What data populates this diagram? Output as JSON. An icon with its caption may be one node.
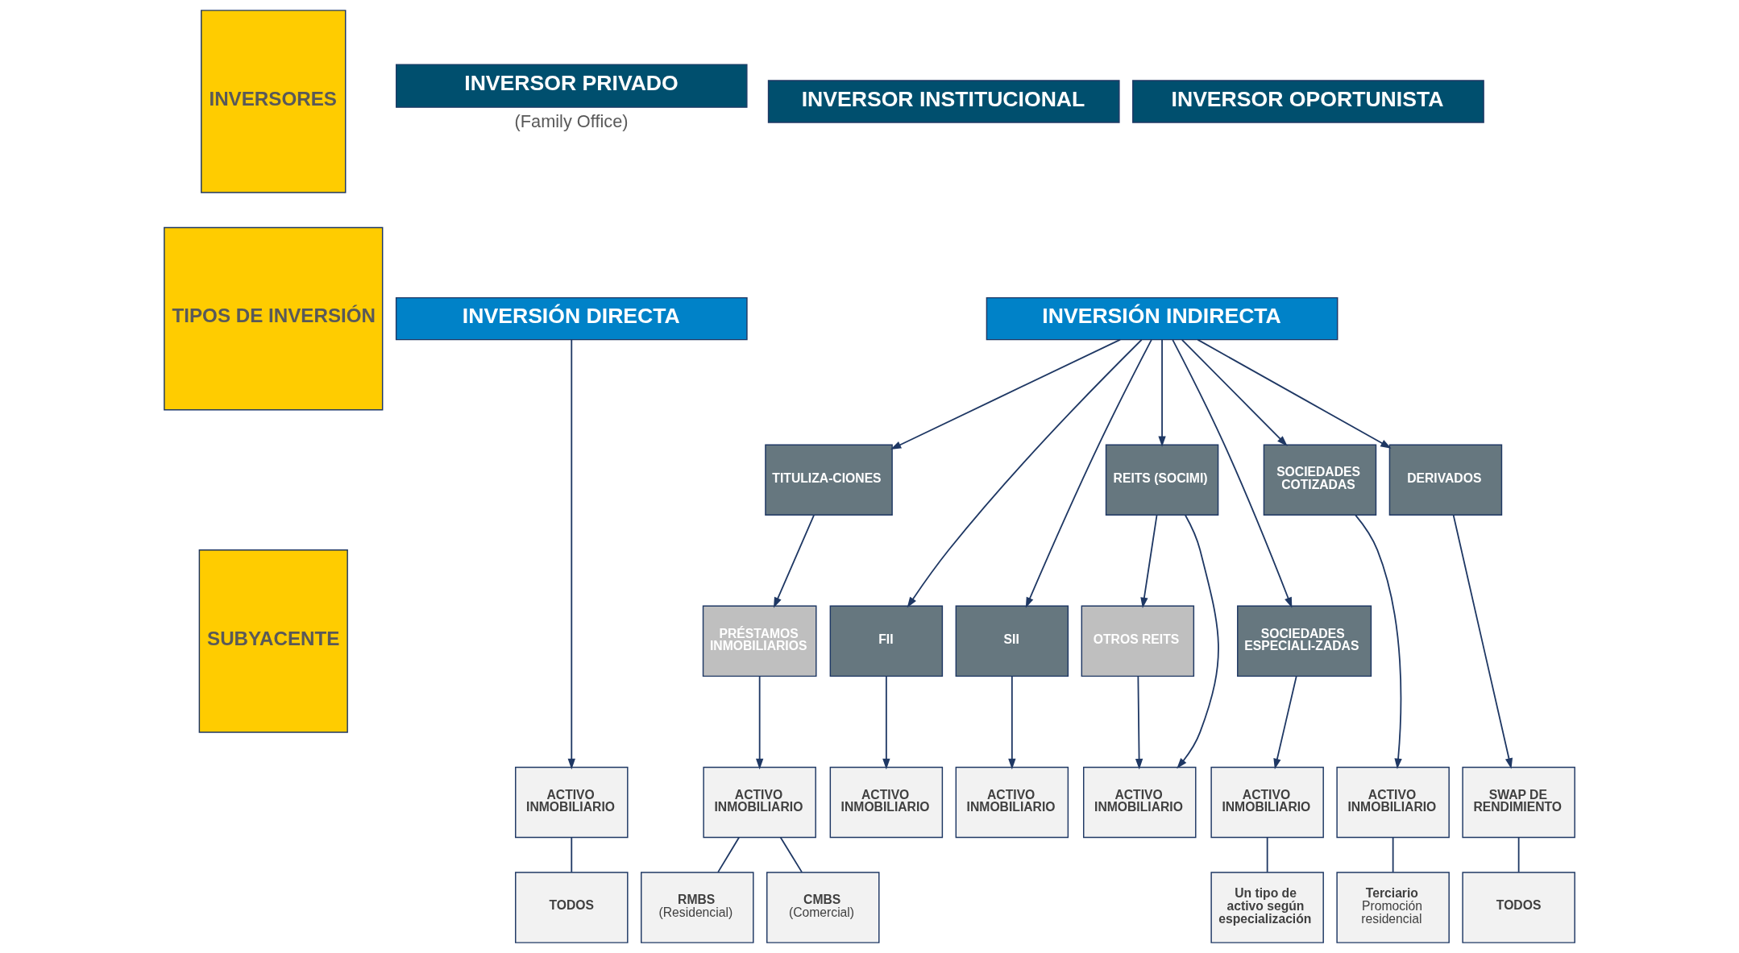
{
  "diagram": {
    "nodes": [
      {
        "text": [
          "INVERSORES"
        ]
      },
      {
        "text": [
          "TIPOS DE INVERSIÓN"
        ]
      },
      {
        "text": [
          "SUBYACENTE"
        ]
      },
      {
        "text": [
          "INVERSOR PRIVADO"
        ],
        "beside": [
          "(Family Office)"
        ]
      },
      {
        "text": [
          "INVERSOR INSTITUCIONAL"
        ]
      },
      {
        "text": [
          "INVERSOR OPORTUNISTA"
        ]
      },
      {
        "text": [
          "INVERSIÓN DIRECTA"
        ]
      },
      {
        "text": [
          "INVERSIÓN INDIRECTA"
        ]
      },
      {
        "text": [
          "TITULIZA-CIONES"
        ]
      },
      {
        "text": [
          "FII"
        ]
      },
      {
        "text": [
          "SII"
        ]
      },
      {
        "text": [
          "REITS (SOCIMI)"
        ]
      },
      {
        "text": [
          "SOCIEDADES ESPECIALI-ZADAS"
        ]
      },
      {
        "text": [
          "SOCIEDADES COTIZADAS"
        ]
      },
      {
        "text": [
          "DERIVADOS"
        ]
      },
      {
        "text": [
          "PRÉSTAMOS INMOBILIARIOS"
        ]
      },
      {
        "text": [
          "OTROS REITS"
        ]
      },
      {
        "text": [
          "ACTIVO INMOBILIARIO"
        ]
      },
      {
        "text": [
          "ACTIVO INMOBILIARIO"
        ]
      },
      {
        "text": [
          "ACTIVO INMOBILIARIO"
        ]
      },
      {
        "text": [
          "ACTIVO INMOBILIARIO"
        ]
      },
      {
        "text": [
          "ACTIVO INMOBILIARIO"
        ]
      },
      {
        "text": [
          "ACTIVO INMOBILIARIO"
        ]
      },
      {
        "text": [
          "ACTIVO INMOBILIARIO"
        ]
      },
      {
        "text": [
          "SWAP DE RENDIMIENTO"
        ]
      },
      {
        "text": [
          "TODOS"
        ]
      },
      {
        "text": [
          "RMBS",
          "(Residencial)"
        ]
      },
      {
        "text": [
          "CMBS",
          "(Comercial)"
        ]
      },
      {
        "text": [
          "Un tipo de activo según especialización"
        ]
      },
      {
        "text": [
          "Terciario",
          "Promoción residencial"
        ]
      },
      {
        "text": [
          "TODOS"
        ]
      }
    ],
    "edges": [
      {
        "from": 7,
        "to": 8,
        "arrow": "to"
      },
      {
        "from": 7,
        "to": 9,
        "arrow": "to"
      },
      {
        "from": 7,
        "to": 10,
        "arrow": "to"
      },
      {
        "from": 7,
        "to": 11,
        "arrow": "to"
      },
      {
        "from": 7,
        "to": 12,
        "arrow": "to"
      },
      {
        "from": 7,
        "to": 13,
        "arrow": "to"
      },
      {
        "from": 7,
        "to": 14,
        "arrow": "to"
      },
      {
        "from": 6,
        "to": 17,
        "arrow": "to"
      },
      {
        "from": 8,
        "to": 15,
        "arrow": "to"
      },
      {
        "from": 15,
        "to": 18,
        "arrow": "to"
      },
      {
        "from": 9,
        "to": 19,
        "arrow": "to"
      },
      {
        "from": 10,
        "to": 20,
        "arrow": "to"
      },
      {
        "from": 11,
        "to": 16,
        "arrow": "to"
      },
      {
        "from": 16,
        "to": 21,
        "arrow": "to"
      },
      {
        "from": 11,
        "to": 21,
        "arrow": "to"
      },
      {
        "from": 12,
        "to": 22,
        "arrow": "to"
      },
      {
        "from": 13,
        "to": 23,
        "arrow": "to"
      },
      {
        "from": 14,
        "to": 24,
        "arrow": "to"
      },
      {
        "from": 17,
        "to": 25,
        "arrow": "none"
      },
      {
        "from": 18,
        "to": 26,
        "arrow": "none"
      },
      {
        "from": 18,
        "to": 27,
        "arrow": "none"
      },
      {
        "from": 22,
        "to": 28,
        "arrow": "none"
      },
      {
        "from": 23,
        "to": 29,
        "arrow": "none"
      },
      {
        "from": 24,
        "to": 30,
        "arrow": "none"
      }
    ]
  }
}
